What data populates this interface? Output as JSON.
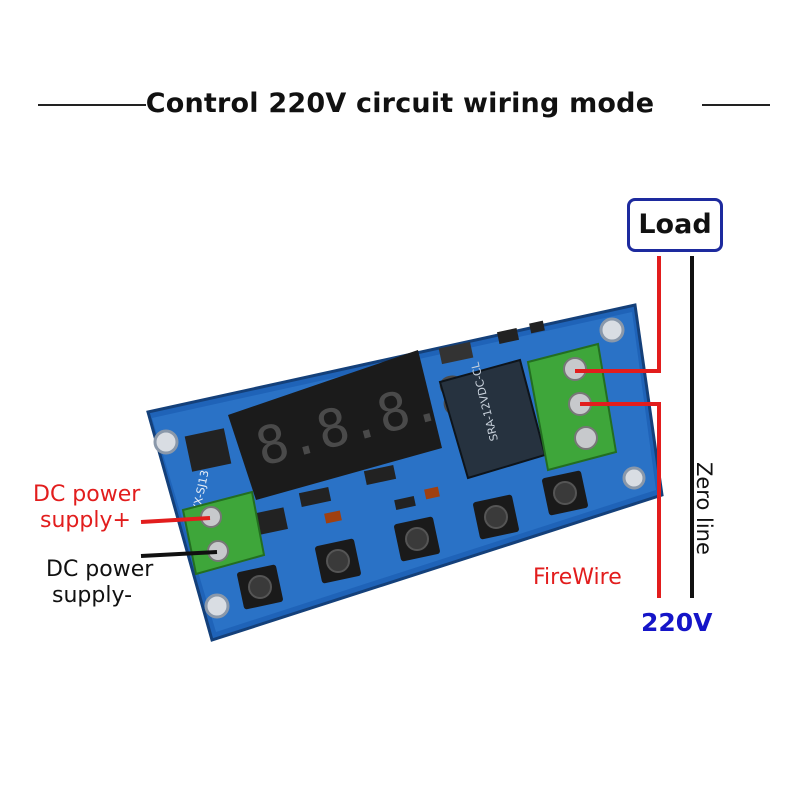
{
  "title": "Control 220V circuit wiring mode",
  "load_label": "Load",
  "labels": {
    "dc_plus_line1": "DC power",
    "dc_plus_line2": "supply+",
    "dc_minus_line1": "DC power",
    "dc_minus_line2": "supply-",
    "firewire": "FireWire",
    "voltage": "220V",
    "zero_line": "Zero line"
  },
  "board_markings": {
    "relay_text": "SRA-12VDC-CL",
    "module_code": "YX-SJ13",
    "display_digits": "8.8.8.8."
  },
  "colors": {
    "wire_live": "#e21d1d",
    "wire_neutral": "#111111",
    "pcb": "#1f63b8",
    "terminal": "#3ea63a",
    "load_border": "#1d2a9e",
    "voltage_text": "#1515c8"
  }
}
